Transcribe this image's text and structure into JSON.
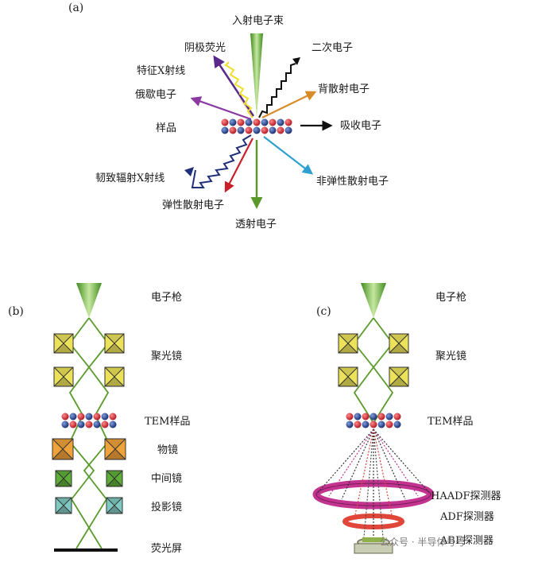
{
  "panel_a": {
    "label": "(a)",
    "incident": "入射电子束",
    "cathodo": "阴极荧光",
    "secondary": "二次电子",
    "char_xray": "特征X射线",
    "backscatter": "背散射电子",
    "auger": "俄歇电子",
    "sample": "样品",
    "absorbed": "吸收电子",
    "brems": "韧致辐射X射线",
    "inelastic": "非弹性散射电子",
    "elastic": "弹性散射电子",
    "transmitted": "透射电子"
  },
  "panel_b": {
    "label": "(b)",
    "gun": "电子枪",
    "condenser": "聚光镜",
    "sample": "TEM样品",
    "objective": "物镜",
    "intermediate": "中间镜",
    "projector": "投影镜",
    "screen": "荧光屏"
  },
  "panel_c": {
    "label": "(c)",
    "gun": "电子枪",
    "condenser": "聚光镜",
    "sample": "TEM样品",
    "haadf": "HAADF探测器",
    "adf": "ADF探测器",
    "abf": "ABF探测器"
  },
  "watermark": "公众号 · 半导体号号",
  "colors": {
    "beam_green": "#6aa82c",
    "atom_red": "#c8202a",
    "atom_blue": "#1f3f8a",
    "lens_yellow": "#ece25a",
    "lens_orange": "#f0a23a",
    "lens_green": "#5fae3a",
    "lens_cyan": "#7fc9c3",
    "haadf_magenta": "#c2348f",
    "adf_red": "#e0473a"
  }
}
